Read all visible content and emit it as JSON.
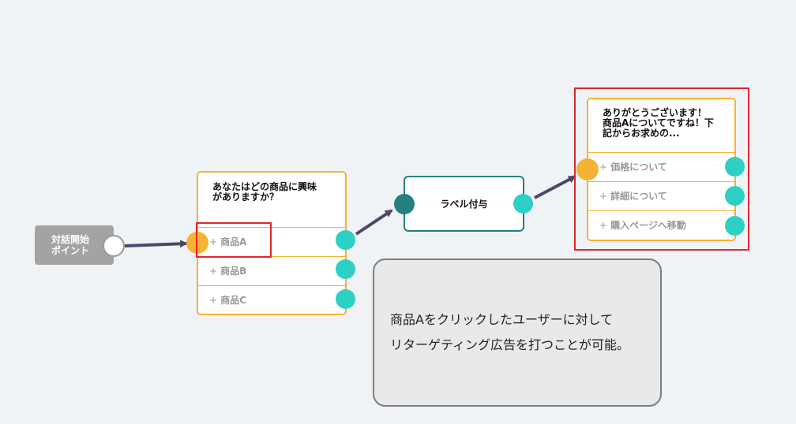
{
  "start_node": {
    "line1": "対話開始",
    "line2": "ポイント"
  },
  "question_node": {
    "text": "あなたはどの商品に興味\nがありますか？",
    "choices": [
      {
        "plus": "+",
        "label": "商品A"
      },
      {
        "plus": "+",
        "label": "商品B"
      },
      {
        "plus": "+",
        "label": "商品C"
      }
    ]
  },
  "label_node": {
    "text": "ラベル付与"
  },
  "answer_node": {
    "text": "ありがとうございます！\n商品Aについてですね！下\n記からお求めの...",
    "choices": [
      {
        "plus": "+",
        "label": "価格について"
      },
      {
        "plus": "+",
        "label": "詳細について"
      },
      {
        "plus": "+",
        "label": "購入ページへ移動"
      }
    ]
  },
  "callout": {
    "line1": "商品Aをクリックしたユーザーに対して",
    "line2": "リターゲティング広告を打つことが可能。"
  },
  "colors": {
    "edge": "#4a4a68",
    "highlight": "#e0262b",
    "node_border": "#f5b333",
    "port_teal": "#2ecfc5",
    "label_border": "#25807f"
  }
}
